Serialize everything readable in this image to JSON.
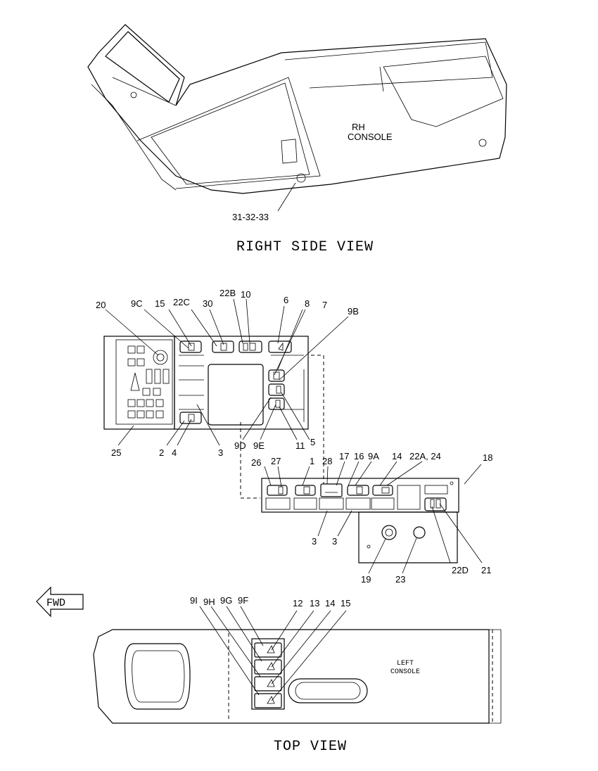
{
  "right_side_view": {
    "title": "RIGHT  SIDE  VIEW",
    "console_label_line1": "RH",
    "console_label_line2": "CONSOLE",
    "callout": "31-32-33"
  },
  "panel_view": {
    "callouts": [
      "20",
      "9C",
      "15",
      "22C",
      "30",
      "22B",
      "10",
      "6",
      "8",
      "7",
      "9B",
      "25",
      "2",
      "4",
      "3",
      "9D",
      "9E",
      "11",
      "5"
    ]
  },
  "lower_panel": {
    "callouts": [
      "26",
      "27",
      "1",
      "28",
      "17",
      "16",
      "9A",
      "14",
      "22A, 24",
      "18",
      "3",
      "3",
      "19",
      "23",
      "22D",
      "21"
    ]
  },
  "top_view": {
    "title": "TOP  VIEW",
    "fwd_label": "FWD",
    "console_label_line1": "LEFT",
    "console_label_line2": "CONSOLE",
    "callouts": [
      "9I",
      "9H",
      "9G",
      "9F",
      "12",
      "13",
      "14",
      "15"
    ]
  }
}
